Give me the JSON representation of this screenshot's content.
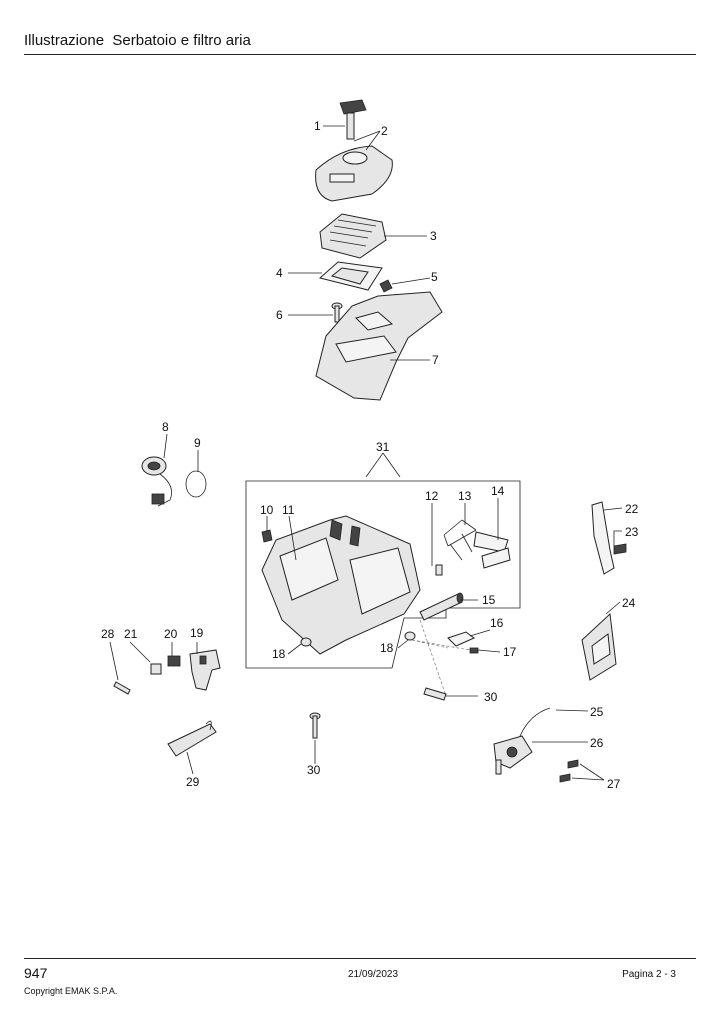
{
  "header": {
    "title_prefix": "Illustrazione",
    "title": "Serbatoio e filtro aria"
  },
  "callouts": [
    "1",
    "2",
    "3",
    "4",
    "5",
    "6",
    "7",
    "8",
    "9",
    "10",
    "11",
    "12",
    "13",
    "14",
    "15",
    "16",
    "17",
    "18",
    "18",
    "19",
    "20",
    "21",
    "22",
    "23",
    "24",
    "25",
    "26",
    "27",
    "28",
    "29",
    "30",
    "30",
    "31"
  ],
  "footer": {
    "code": "947",
    "date": "21/09/2023",
    "page": "Pagina 2 - 3",
    "copyright": "Copyright EMAK S.P.A."
  }
}
